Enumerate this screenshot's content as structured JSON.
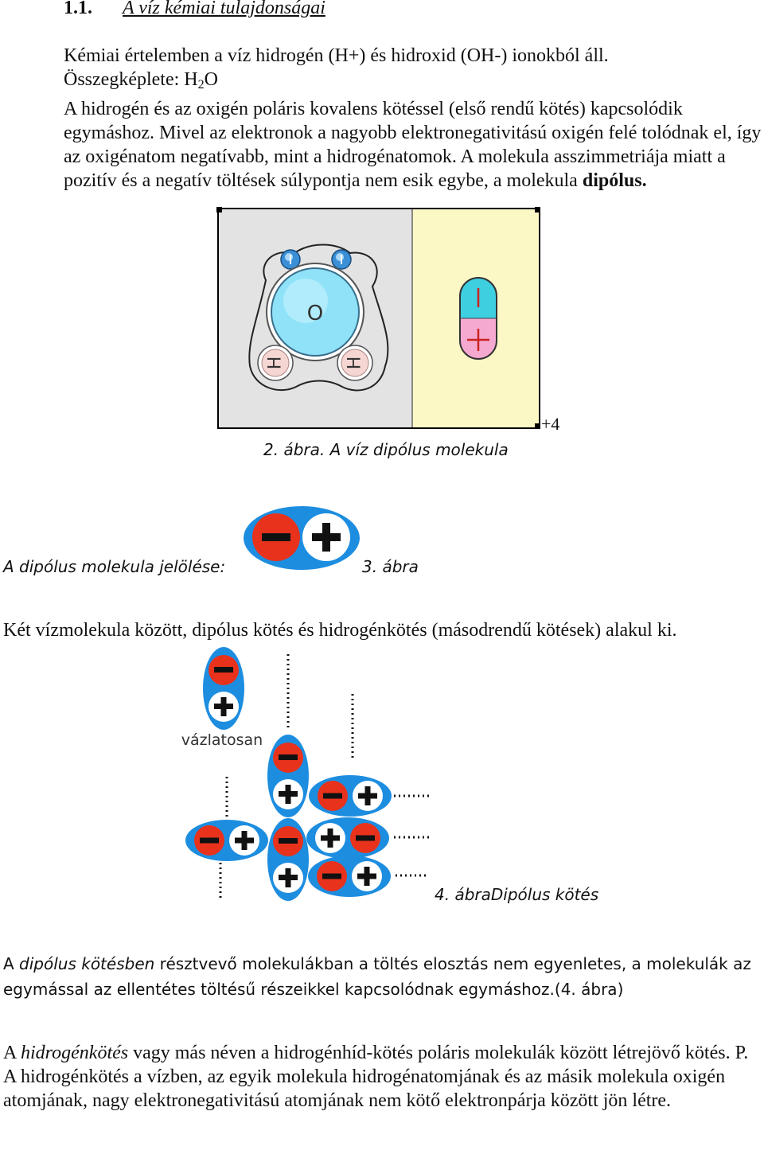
{
  "heading": {
    "number": "1.1.",
    "title": "A víz kémiai tulajdonságai"
  },
  "intro": {
    "line1": "Kémiai értelemben a víz hidrogén (H+) és hidroxid (OH-) ionokból áll.",
    "formula_prefix": "Összegképlete: H",
    "formula_sub": "2",
    "formula_suffix": "O",
    "para_before_bold": "A hidrogén és az oxigén poláris kovalens kötéssel (első rendű kötés) kapcsolódik egymáshoz. Mivel az elektronok a nagyobb elektronegativitású oxigén felé tolódnak el, így az oxigénatom negatívabb, mint a hidrogénatomok. A molekula asszimmetriája miatt a pozitív és a negatív töltések súlypontja nem esik egybe, a molekula ",
    "para_bold": "dipólus."
  },
  "figure2": {
    "oxygen_label": "O",
    "hydrogen_label": "H",
    "minus_sign": "–",
    "plus_sign": "+",
    "stray_text": "+4",
    "caption": "2. ábra. A víz dipólus molekula"
  },
  "figure3": {
    "label": "A dipólus molekula jelölése:",
    "caption": "3. ábra"
  },
  "bonds_sentence": "Két vízmolekula között, dipólus kötés és hidrogénkötés (másodrendű kötések) alakul ki.",
  "figure4": {
    "sketch_label": "vázlatosan",
    "caption_number": "4. ábra",
    "caption_text": "Dipólus kötés"
  },
  "dipole_para": {
    "prefix": "A ",
    "italic": "dipólus kötésben",
    "text": " résztvevő molekulákban a töltés elosztás nem egyenletes, a molekulák az egymással az ellentétes töltésű részeikkel kapcsolódnak egymáshoz.(4. ábra)"
  },
  "hbond_para": {
    "prefix": "A ",
    "italic": "hidrogénkötés",
    "text1": " vagy más néven a hidrogénhíd-kötés poláris molekulák között létrejövő kötés. P.",
    "text2": "A hidrogénkötés a vízben, az egyik molekula hidrogénatomjának és az másik molekula oxigén atomjának, nagy elektronegativitású atomjának nem kötő elektronpárja között jön létre."
  },
  "colors": {
    "dipole_blue": "#1d8de0",
    "minus_red": "#e8321c",
    "panel_gray": "#e3e3e3",
    "panel_yellow": "#fbf8c5",
    "oxygen_cyan": "#8fe2f8",
    "hydrogen_pink": "#f6d6d2"
  }
}
